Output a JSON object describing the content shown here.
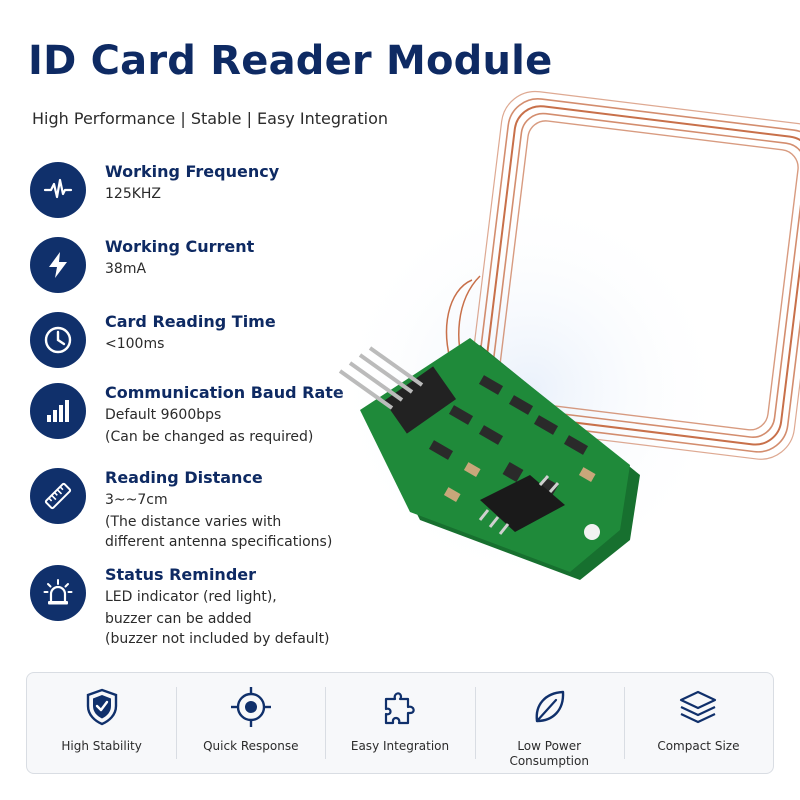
{
  "header": {
    "title": "ID Card Reader Module",
    "subtitle": "High Performance | Stable | Easy Integration"
  },
  "colors": {
    "navy": "#0e2a63",
    "badge": "#10306b",
    "pcb_green": "#1f8a3a",
    "coil": "#c8704a"
  },
  "specs": [
    {
      "icon": "waveform-icon",
      "label": "Working Frequency",
      "value": "125KHZ",
      "notes": []
    },
    {
      "icon": "lightning-icon",
      "label": "Working Current",
      "value": "38mA",
      "notes": []
    },
    {
      "icon": "clock-icon",
      "label": "Card Reading Time",
      "value": "<100ms",
      "notes": []
    },
    {
      "icon": "signal-bars-icon",
      "label": "Communication Baud Rate",
      "value": "Default 9600bps",
      "notes": [
        "(Can be changed as required)"
      ]
    },
    {
      "icon": "ruler-icon",
      "label": "Reading Distance",
      "value": "3~~7cm",
      "notes": [
        "(The distance varies with",
        "different antenna specifications)"
      ]
    },
    {
      "icon": "alarm-light-icon",
      "label": "Status Reminder",
      "value": "LED indicator (red light),",
      "notes": [
        "buzzer can be added",
        "(buzzer not included by default)"
      ]
    }
  ],
  "features": [
    {
      "icon": "shield-check-icon",
      "label": "High Stability"
    },
    {
      "icon": "crosshair-icon",
      "label": "Quick Response"
    },
    {
      "icon": "puzzle-icon",
      "label": "Easy Integration"
    },
    {
      "icon": "leaf-icon",
      "label": "Low Power",
      "label2": "Consumption"
    },
    {
      "icon": "layers-icon",
      "label": "Compact Size"
    }
  ]
}
